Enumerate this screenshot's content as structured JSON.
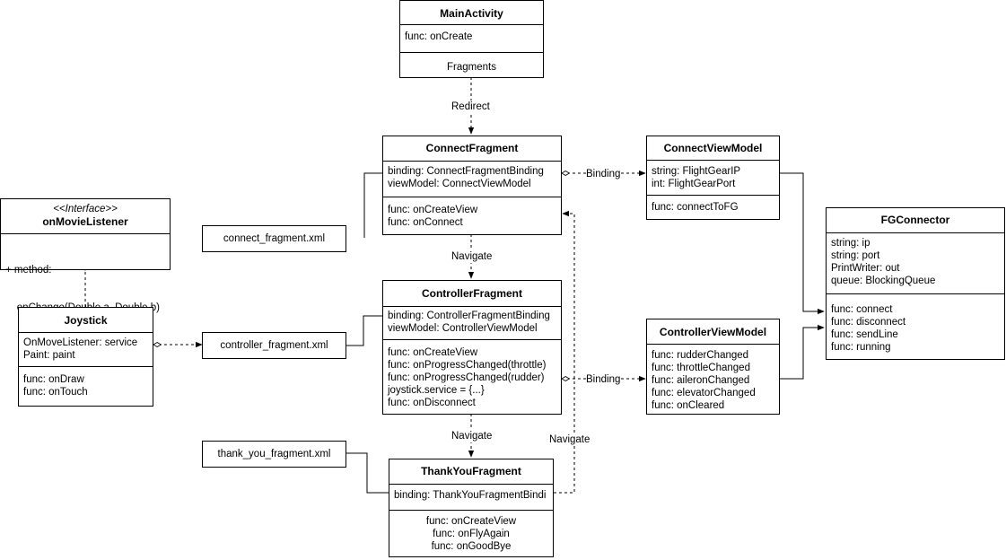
{
  "main_activity": {
    "title": "MainActivity",
    "methods": [
      "func: onCreate"
    ],
    "extra": "Fragments"
  },
  "connect_fragment": {
    "title": "ConnectFragment",
    "fields": [
      "binding: ConnectFragmentBinding",
      "viewModel: ConnectViewModel"
    ],
    "methods": [
      "func: onCreateView",
      "func: onConnect"
    ]
  },
  "controller_fragment": {
    "title": "ControllerFragment",
    "fields": [
      "binding: ControllerFragmentBinding",
      "viewModel: ControllerViewModel"
    ],
    "methods": [
      "func: onCreateView",
      "func: onProgressChanged(throttle)",
      "func: onProgressChanged(rudder)",
      "joystick.service = {...}",
      "func: onDisconnect"
    ]
  },
  "thank_you_fragment": {
    "title": "ThankYouFragment",
    "fields": [
      "binding: ThankYouFragmentBindi"
    ],
    "methods": [
      "func: onCreateView",
      "func: onFlyAgain",
      "func: onGoodBye"
    ]
  },
  "connect_view_model": {
    "title": "ConnectViewModel",
    "fields": [
      "string: FlightGearIP",
      "int: FlightGearPort"
    ],
    "methods": [
      "func: connectToFG"
    ]
  },
  "controller_view_model": {
    "title": "ControllerViewModel",
    "methods": [
      "func: rudderChanged",
      "func: throttleChanged",
      "func: aileronChanged",
      "func: elevatorChanged",
      "func: onCleared"
    ]
  },
  "fg_connector": {
    "title": "FGConnector",
    "fields": [
      "string: ip",
      "string: port",
      "PrintWriter: out",
      "queue: BlockingQueue"
    ],
    "methods": [
      "func: connect",
      "func: disconnect",
      "func: sendLine",
      "func: running"
    ]
  },
  "on_movie_listener": {
    "stereotype": "<<Interface>>",
    "title": "onMovieListener",
    "methods": [
      "+ method:",
      "    onChange(Double a, Double b)"
    ]
  },
  "joystick": {
    "title": "Joystick",
    "fields": [
      "OnMoveListener: service",
      "Paint: paint"
    ],
    "methods": [
      "func: onDraw",
      "func: onTouch"
    ]
  },
  "xml_files": {
    "connect": "connect_fragment.xml",
    "controller": "controller_fragment.xml",
    "thank_you": "thank_you_fragment.xml"
  },
  "edge_labels": {
    "redirect": "Redirect",
    "navigate_1": "Navigate",
    "navigate_2": "Navigate",
    "navigate_3": "Navigate",
    "binding_1": "Binding",
    "binding_2": "Binding"
  }
}
